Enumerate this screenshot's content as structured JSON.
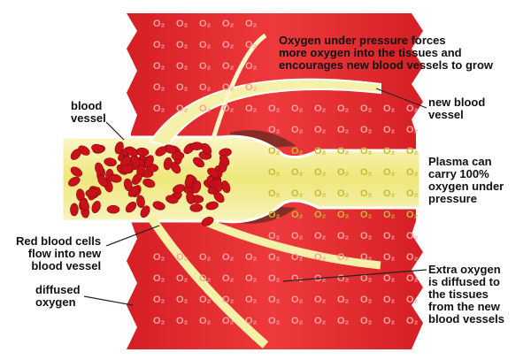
{
  "labels": {
    "top": "Oxygen under pressure forces\nmore oxygen into the tissues and\nencourages new blood vessels to grow",
    "new_vessel": "new blood\nvessel",
    "blood_vessel": "blood\nvessel",
    "plasma": "Plasma can\ncarry 100%\noxygen under\npressure",
    "red_cells": "Red blood cells\nflow into new\nblood vessel",
    "diffused": "diffused\noxygen",
    "extra": "Extra oxygen\nis diffused to\nthe tissues\nfrom the new\nblood vessels"
  },
  "molecule_label": "O₂",
  "colors": {
    "tissue": "#e2282c",
    "plasma": "#f3ef9a",
    "cells": "#c8111a"
  }
}
